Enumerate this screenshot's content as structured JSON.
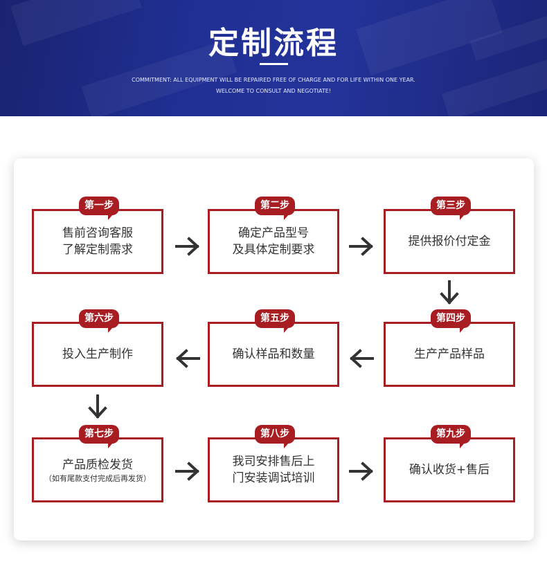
{
  "header": {
    "title": "定制流程",
    "subtitle_line1": "COMMITMENT: ALL EQUIPMENT WILL BE REPAIRED FREE OF CHARGE AND FOR LIFE WITHIN ONE YEAR.",
    "subtitle_line2": "WELCOME TO CONSULT AND NEGOTIATE!"
  },
  "colors": {
    "banner": "#1f2f93",
    "accent": "#a81d22",
    "text": "#333333"
  },
  "steps": [
    {
      "badge": "第一步",
      "line1": "售前咨询客服",
      "line2": "了解定制需求"
    },
    {
      "badge": "第二步",
      "line1": "确定产品型号",
      "line2": "及具体定制要求"
    },
    {
      "badge": "第三步",
      "line1": "提供报价付定金"
    },
    {
      "badge": "第四步",
      "line1": "生产产品样品"
    },
    {
      "badge": "第五步",
      "line1": "确认样品和数量"
    },
    {
      "badge": "第六步",
      "line1": "投入生产制作"
    },
    {
      "badge": "第七步",
      "line1": "产品质检发货",
      "note": "（如有尾款支付完成后再发货）"
    },
    {
      "badge": "第八步",
      "line1": "我司安排售后上",
      "line2": "门安装调试培训"
    },
    {
      "badge": "第九步",
      "line1": "确认收货+售后"
    }
  ],
  "icons": {
    "right": "arrow-right-icon",
    "left": "arrow-left-icon",
    "down": "arrow-down-icon"
  }
}
